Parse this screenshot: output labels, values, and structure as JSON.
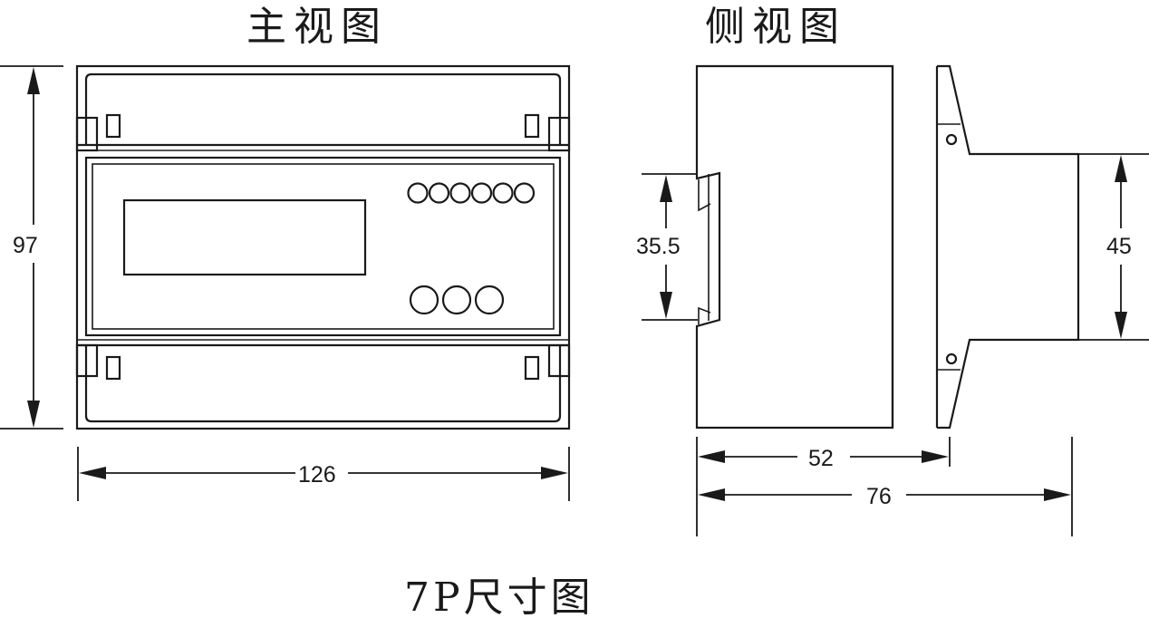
{
  "front_view": {
    "title": "主视图",
    "height_label": "97",
    "width_label": "126",
    "indicator_count": 6,
    "button_count": 3
  },
  "side_view": {
    "title": "侧视图",
    "rail_label": "35.5",
    "depth_body_label": "52",
    "depth_total_label": "76",
    "front_height_label": "45"
  },
  "caption": "7P尺寸图"
}
